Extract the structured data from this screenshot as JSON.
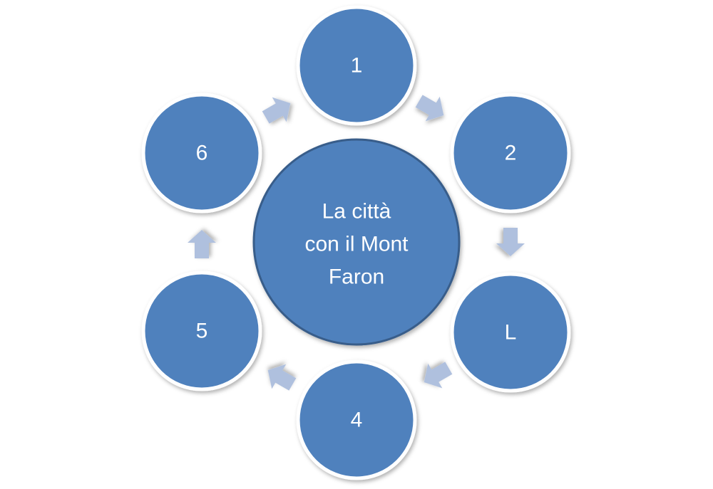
{
  "center": {
    "lines": [
      "La città",
      "con il Mont",
      "Faron"
    ]
  },
  "nodes": [
    {
      "label": "1"
    },
    {
      "label": "2"
    },
    {
      "label": "L"
    },
    {
      "label": "4"
    },
    {
      "label": "5"
    },
    {
      "label": "6"
    }
  ],
  "colors": {
    "circle": "#4f81bd",
    "center_border": "#385d8a",
    "arrow": "#afc0de"
  }
}
